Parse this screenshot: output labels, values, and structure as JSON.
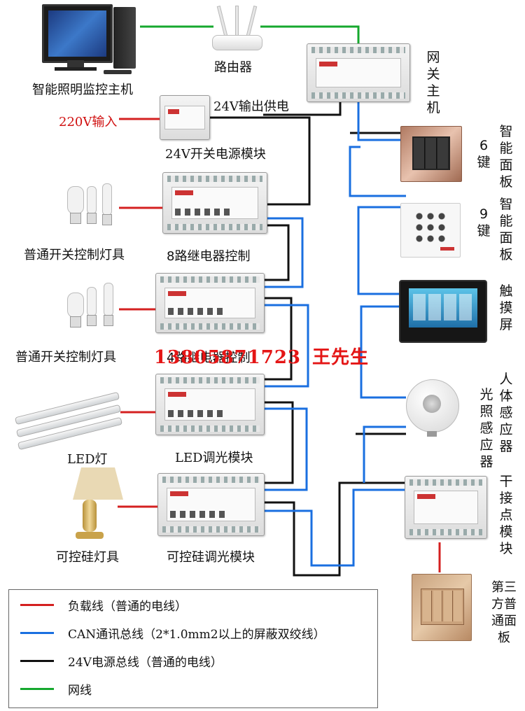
{
  "colors": {
    "load_wire": "#d42020",
    "can_bus": "#1a6fe0",
    "power_bus": "#111111",
    "network": "#16a82e"
  },
  "devices": {
    "computer": "智能照明监控主机",
    "router": "路由器",
    "gateway": "网关主机",
    "power_supply": "24V开关电源模块",
    "power_output": "24V输出供电",
    "mains_input": "220V输入",
    "relay_8": "8路继电器控制",
    "relay_4": "4路继电器控制",
    "led_dimmer": "LED调光模块",
    "scr_dimmer": "可控硅调光模块",
    "lamp_1": "普通开关控制灯具",
    "lamp_2": "普通开关控制灯具",
    "led_lamp": "LED灯",
    "scr_lamp": "可控硅灯具",
    "panel_6": "智能面板",
    "panel_6_keys": "6键",
    "panel_9": "智能面板",
    "panel_9_keys": "9键",
    "touchscreen": "触摸屏",
    "light_sensor": "光照感应器",
    "body_sensor": "人体感应器",
    "dry_contact": "干接点模块",
    "third_party": "第三方普通面板"
  },
  "contact": {
    "phone": "13805871723",
    "name": "王先生"
  },
  "legend": [
    {
      "color": "#d42020",
      "label": "负载线（普通的电线）"
    },
    {
      "color": "#1a6fe0",
      "label": "CAN通讯总线（2*1.0mm2以上的屏蔽双绞线）"
    },
    {
      "color": "#111111",
      "label": "24V电源总线（普通的电线）"
    },
    {
      "color": "#16a82e",
      "label": "网线"
    }
  ]
}
